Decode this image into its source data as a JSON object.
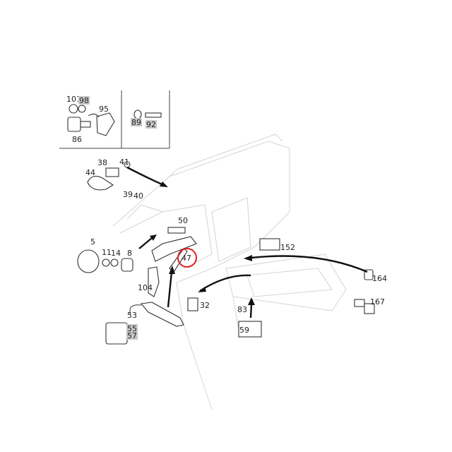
{
  "diagram": {
    "highlight_color": "#e02020",
    "gray_tag_color": "#c8c8c8",
    "selected_part": "47",
    "labels": [
      {
        "id": "101",
        "text": "101",
        "tagged": false
      },
      {
        "id": "98",
        "text": "98",
        "tagged": true
      },
      {
        "id": "95",
        "text": "95",
        "tagged": false
      },
      {
        "id": "86",
        "text": "86",
        "tagged": false
      },
      {
        "id": "89",
        "text": "89",
        "tagged": true
      },
      {
        "id": "92",
        "text": "92",
        "tagged": true
      },
      {
        "id": "38",
        "text": "38",
        "tagged": false
      },
      {
        "id": "41",
        "text": "41",
        "tagged": false
      },
      {
        "id": "44",
        "text": "44",
        "tagged": false
      },
      {
        "id": "39",
        "text": "39",
        "tagged": false
      },
      {
        "id": "40",
        "text": "40",
        "tagged": false
      },
      {
        "id": "50",
        "text": "50",
        "tagged": false
      },
      {
        "id": "5",
        "text": "5",
        "tagged": false
      },
      {
        "id": "11",
        "text": "11",
        "tagged": false
      },
      {
        "id": "14",
        "text": "14",
        "tagged": false
      },
      {
        "id": "8",
        "text": "8",
        "tagged": false
      },
      {
        "id": "47",
        "text": "47",
        "tagged": false
      },
      {
        "id": "152",
        "text": "152",
        "tagged": false
      },
      {
        "id": "164",
        "text": "164",
        "tagged": false
      },
      {
        "id": "167",
        "text": "167",
        "tagged": false
      },
      {
        "id": "104",
        "text": "104",
        "tagged": false
      },
      {
        "id": "32",
        "text": "32",
        "tagged": false
      },
      {
        "id": "83",
        "text": "83",
        "tagged": false
      },
      {
        "id": "59",
        "text": "59",
        "tagged": false
      },
      {
        "id": "53",
        "text": "53",
        "tagged": false
      },
      {
        "id": "55",
        "text": "55",
        "tagged": true
      },
      {
        "id": "57",
        "text": "57",
        "tagged": true
      }
    ]
  }
}
